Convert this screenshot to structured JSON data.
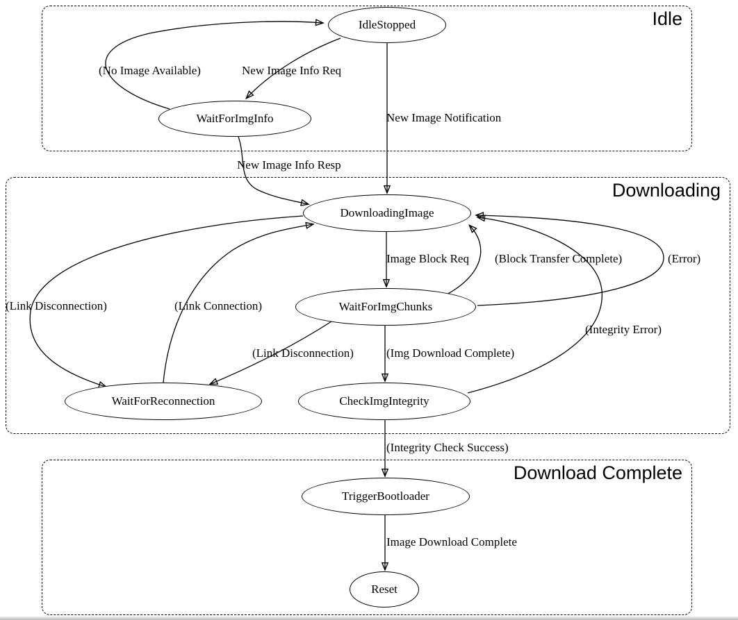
{
  "diagram": {
    "type": "state-machine",
    "colors": {
      "stroke": "#000000",
      "background": "#ffffff"
    },
    "clusters": [
      {
        "id": "idle",
        "label": "Idle"
      },
      {
        "id": "downloading",
        "label": "Downloading"
      },
      {
        "id": "download_complete",
        "label": "Download Complete"
      }
    ],
    "nodes": [
      {
        "id": "IdleStopped",
        "label": "IdleStopped"
      },
      {
        "id": "WaitForImgInfo",
        "label": "WaitForImgInfo"
      },
      {
        "id": "DownloadingImage",
        "label": "DownloadingImage"
      },
      {
        "id": "WaitForImgChunks",
        "label": "WaitForImgChunks"
      },
      {
        "id": "WaitForReconnection",
        "label": "WaitForReconnection"
      },
      {
        "id": "CheckImgIntegrity",
        "label": "CheckImgIntegrity"
      },
      {
        "id": "TriggerBootloader",
        "label": "TriggerBootloader"
      },
      {
        "id": "Reset",
        "label": "Reset"
      }
    ],
    "edges": [
      {
        "from": "IdleStopped",
        "to": "WaitForImgInfo",
        "label": "New Image Info Req"
      },
      {
        "from": "WaitForImgInfo",
        "to": "IdleStopped",
        "label": "(No Image Available)"
      },
      {
        "from": "IdleStopped",
        "to": "DownloadingImage",
        "label": "New Image Notification"
      },
      {
        "from": "WaitForImgInfo",
        "to": "DownloadingImage",
        "label": "New Image Info Resp"
      },
      {
        "from": "DownloadingImage",
        "to": "WaitForImgChunks",
        "label": "Image Block Req"
      },
      {
        "from": "WaitForImgChunks",
        "to": "DownloadingImage",
        "label": "(Block Transfer Complete)"
      },
      {
        "from": "WaitForImgChunks",
        "to": "DownloadingImage",
        "label": "(Error)"
      },
      {
        "from": "DownloadingImage",
        "to": "WaitForReconnection",
        "label": "(Link Disconnection)"
      },
      {
        "from": "WaitForReconnection",
        "to": "DownloadingImage",
        "label": "(Link Connection)"
      },
      {
        "from": "WaitForImgChunks",
        "to": "WaitForReconnection",
        "label": "(Link Disconnection)"
      },
      {
        "from": "WaitForImgChunks",
        "to": "CheckImgIntegrity",
        "label": "(Img Download Complete)"
      },
      {
        "from": "CheckImgIntegrity",
        "to": "DownloadingImage",
        "label": "(Integrity Error)"
      },
      {
        "from": "CheckImgIntegrity",
        "to": "TriggerBootloader",
        "label": "(Integrity Check Success)"
      },
      {
        "from": "TriggerBootloader",
        "to": "Reset",
        "label": "Image Download Complete"
      }
    ]
  }
}
